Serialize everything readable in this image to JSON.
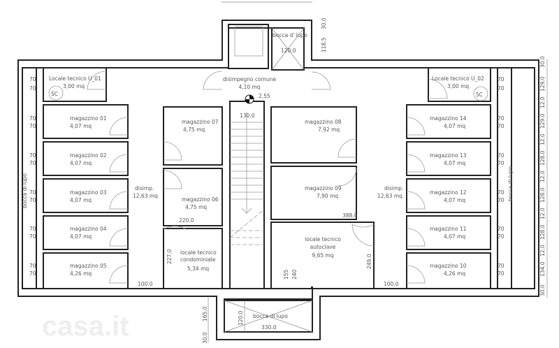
{
  "plan": {
    "watermark": "casa.it",
    "rooms": {
      "lt_u01": {
        "name": "Locale tecnico U_01",
        "area": "3,00 mq",
        "badge": "SC"
      },
      "lt_u02": {
        "name": "Locale tecnico U_02",
        "area": "3,00 mq",
        "badge": "SC"
      },
      "m01": {
        "name": "magazzino 01",
        "area": "4,07 mq"
      },
      "m02": {
        "name": "magazzino 02",
        "area": "4,07 mq"
      },
      "m03": {
        "name": "magazzino 03",
        "area": "4,07 mq"
      },
      "m04": {
        "name": "magazzino 04",
        "area": "4,07 mq"
      },
      "m05": {
        "name": "magazzino 05",
        "area": "4,26 mq"
      },
      "m06": {
        "name": "magazzino 06",
        "area": "4,75 mq"
      },
      "m07": {
        "name": "magazzino 07",
        "area": "4,75 mq"
      },
      "m08": {
        "name": "magazzino 08",
        "area": "7,92 mq"
      },
      "m09": {
        "name": "magazzino 09",
        "area": "7,90 mq"
      },
      "m10": {
        "name": "magazzino 10",
        "area": "4,26 mq"
      },
      "m11": {
        "name": "magazzino 11",
        "area": "4,07 mq"
      },
      "m12": {
        "name": "magazzino 12",
        "area": "4,07 mq"
      },
      "m13": {
        "name": "magazzino 13",
        "area": "4,07 mq"
      },
      "m14": {
        "name": "magazzino 14",
        "area": "4,07 mq"
      },
      "disimp_l": {
        "name": "disimp.",
        "area": "12,63 mq"
      },
      "disimp_r": {
        "name": "disimp.",
        "area": "12,63 mq"
      },
      "disimp_comune": {
        "name": "disimpegno comune",
        "area": "4,10 mq",
        "height": "2,55"
      },
      "lt_cond": {
        "line1": "locale tecnico",
        "line2": "condominiale",
        "area": "5,34 mq"
      },
      "lt_auto": {
        "line1": "locale tecnico",
        "line2": "autoclave",
        "area": "9,65 mq"
      },
      "bocca_top": {
        "name": "bocca d' lupo",
        "dim": "120.0"
      },
      "bocca_bottom": {
        "name": "bocca di lupo",
        "dim_w": "330.0",
        "dim_h": "120.0"
      },
      "bocca_left": {
        "name": "bocca di lupo"
      },
      "bocca_right": {
        "name": "bocca di lupo"
      }
    },
    "window_dim": "70",
    "dims": {
      "stairs": "130.0",
      "m06_w": "220.0",
      "cond_h": "227.0",
      "m09_w": "388.0",
      "auto_h": "249.0",
      "auto_a": "155",
      "auto_b": "240",
      "corr_l": "100.0",
      "corr_r": "100.0",
      "top_a": "30.0",
      "top_b": "118.5",
      "bot_a": "165.0",
      "bot_b": "30.0",
      "right": [
        "30.0",
        "129.0",
        "12.0",
        "129.0",
        "12.0",
        "128.0",
        "12.0",
        "128.0",
        "12.0",
        "128.0",
        "12.0",
        "134.0",
        "30.0"
      ]
    }
  }
}
